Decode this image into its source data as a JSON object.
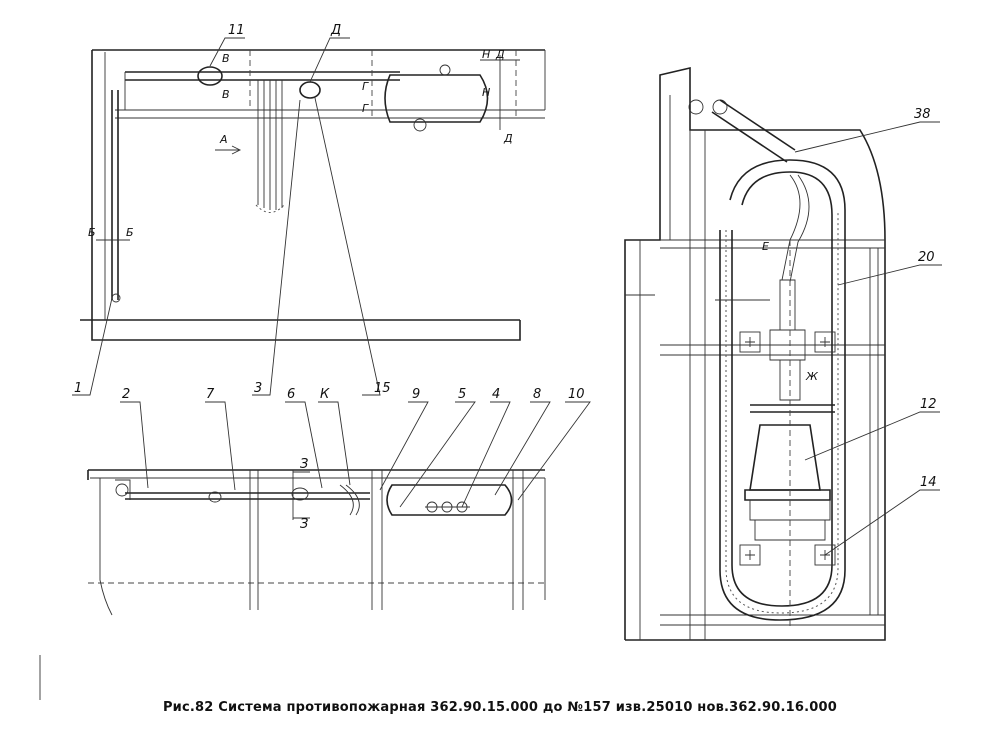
{
  "caption": "Рис.82 Система противопожарная 362.90.15.000 до №157 изв.25010 нов.362.90.16.000",
  "callouts": {
    "n1": "1",
    "n2": "2",
    "n3": "3",
    "n4": "4",
    "n5": "5",
    "n6": "6",
    "n7": "7",
    "n8": "8",
    "n9": "9",
    "n10": "10",
    "n11": "11",
    "n12": "12",
    "n14": "14",
    "n15": "15",
    "n20": "20",
    "n38": "38",
    "k": "К",
    "d": "Д"
  },
  "section_marks": {
    "a": "А",
    "b": "Б",
    "v": "В",
    "g": "Г",
    "d": "Д",
    "e": "Е",
    "zh": "Ж",
    "z": "З",
    "n": "Н"
  }
}
